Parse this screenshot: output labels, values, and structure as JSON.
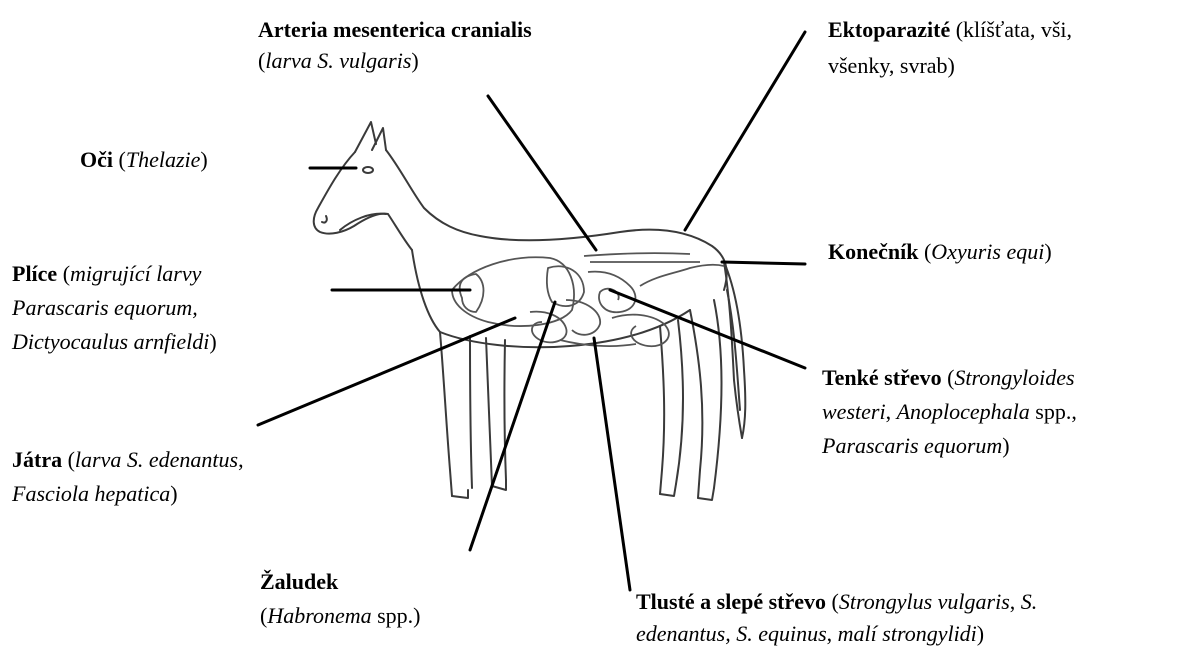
{
  "labels": {
    "arteria": {
      "line1": {
        "name": "Arteria mesenterica cranialis"
      },
      "line2": {
        "open": "(",
        "it": "larva S. vulgaris",
        "close": ")"
      }
    },
    "ekto": {
      "line1": {
        "name": "Ektoparazité",
        "rest": " (klíšťata, vši,"
      },
      "line2": {
        "text": "všenky, svrab)"
      }
    },
    "oci": {
      "name": "Oči",
      "open": " (",
      "it": "Thelazie",
      "close": ")"
    },
    "konecnik": {
      "name": "Konečník",
      "open": " (",
      "it": "Oxyuris equi",
      "close": ")"
    },
    "plice": {
      "line1": {
        "name": "Plíce",
        "open": " (",
        "it": "migrující larvy"
      },
      "line2": {
        "it": "Parascaris equorum,"
      },
      "line3": {
        "it": "Dictyocaulus arnfieldi",
        "close": ")"
      }
    },
    "tenke": {
      "line1": {
        "name": "Tenké střevo",
        "open": " (",
        "it": "Strongyloides"
      },
      "line2": {
        "it": "westeri",
        "mid": ", ",
        "it2": "Anoplocephala",
        "rest": " spp.,"
      },
      "line3": {
        "it": "Parascaris equorum",
        "close": ")"
      }
    },
    "jatra": {
      "line1": {
        "name": "Játra",
        "open": " (",
        "it": "larva S. edenantus",
        "rest": ","
      },
      "line2": {
        "it": "Fasciola hepatica",
        "close": ")"
      }
    },
    "zaludek": {
      "line1": {
        "name": "Žaludek"
      },
      "line2": {
        "open": "(",
        "it": "Habronema",
        "rest": " spp.)"
      }
    },
    "tluste": {
      "line1": {
        "name": "Tlusté a slepé střevo",
        "open": " (",
        "it": "Strongylus vulgaris",
        "mid": ", ",
        "it2": "S."
      },
      "line2": {
        "it": "edenantus, S. equinus",
        "mid": ", ",
        "it2": "malí strongylidi",
        "close": ")"
      }
    }
  },
  "colors": {
    "text": "#000000",
    "outline": "#3a3a3a",
    "leader": "#000000",
    "background": "#ffffff"
  },
  "icons": {
    "illustration": "horse-anatomy-outline"
  }
}
